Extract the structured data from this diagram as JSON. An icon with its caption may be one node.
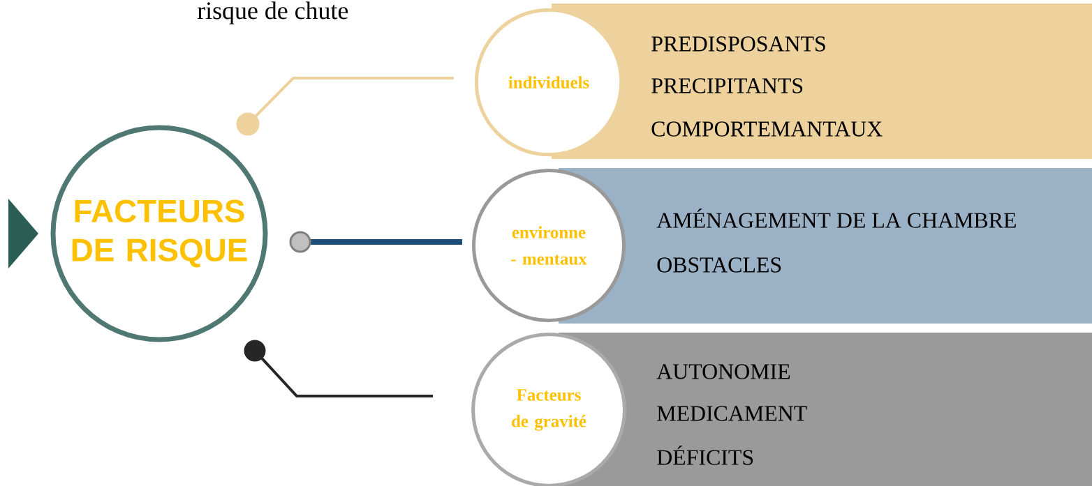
{
  "diagram": {
    "title": "risque de chute",
    "nodes": [
      {
        "text": [
          "FACTEURS DE RISQUE"
        ]
      },
      {
        "text": [
          "individuels"
        ]
      },
      {
        "text": [
          "PREDISPOSANTS",
          "PRECIPITANTS",
          "COMPORTEMANTAUX"
        ]
      },
      {
        "text": [
          "environne - mentaux"
        ]
      },
      {
        "text": [
          "AMÉNAGEMENT DE LA CHAMBRE",
          "OBSTACLES"
        ]
      },
      {
        "text": [
          "Facteurs de gravité"
        ]
      },
      {
        "text": [
          "AUTONOMIE",
          "MEDICAMENT",
          "DÉFICITS"
        ]
      },
      {
        "text": [],
        "shape": "triangle"
      }
    ],
    "edges": [
      {
        "from": 0,
        "to": 1,
        "arrow": "other",
        "color": "#edd29d"
      },
      {
        "from": 0,
        "to": 3,
        "arrow": "other",
        "style": "thick",
        "color": "#1f4e79"
      },
      {
        "from": 0,
        "to": 5,
        "arrow": "other",
        "color": "#262626"
      }
    ]
  }
}
